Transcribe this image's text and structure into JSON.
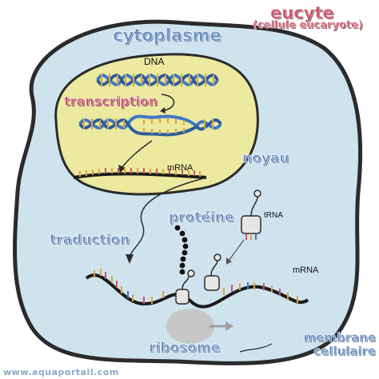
{
  "title": "eucyte",
  "subtitle": "(cellule eucaryote)",
  "labels": {
    "cytoplasm": "cytoplasme",
    "dna": "DNA",
    "transcription": "transcription",
    "mrna_nucleus": "mRNA",
    "nucleus": "noyau",
    "protein": "protéine",
    "trna": "tRNA",
    "translation": "traduction",
    "mrna_cytoplasm": "mRNA",
    "membrane": "membrane cellulaire",
    "ribosome": "ribosome"
  },
  "watermark": "www.aquaportail.com",
  "colors": {
    "cell_fill": "#cfe3ef",
    "cell_border": "#2b2b2b",
    "nucleus_fill": "#ece9a0",
    "label_blue": "#6a8fc4",
    "label_red": "#c9546b",
    "dna_blue": "#3f78c4",
    "ribosome_gray": "#c7c7c7"
  }
}
